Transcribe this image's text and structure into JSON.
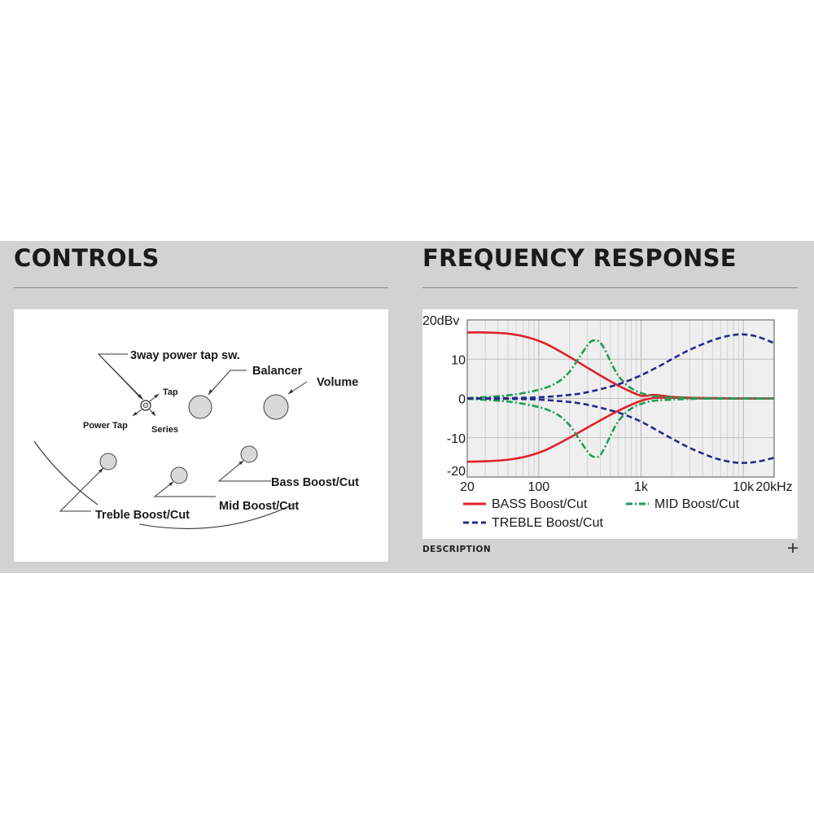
{
  "controls": {
    "title": "CONTROLS",
    "labels": {
      "switch": "3way power tap sw.",
      "balancer": "Balancer",
      "volume": "Volume",
      "tap": "Tap",
      "power_tap": "Power Tap",
      "series": "Series",
      "bass": "Bass Boost/Cut",
      "mid": "Mid Boost/Cut",
      "treble": "Treble Boost/Cut"
    }
  },
  "frequency": {
    "title": "FREQUENCY RESPONSE",
    "description_label": "DESCRIPTION",
    "expand_symbol": "+"
  },
  "chart_data": {
    "type": "line",
    "x_scale": "log",
    "xlim": [
      20,
      20000
    ],
    "ylim": [
      -20,
      20
    ],
    "x_ticks": [
      {
        "value": 20,
        "label": "20"
      },
      {
        "value": 100,
        "label": "100"
      },
      {
        "value": 1000,
        "label": "1k"
      },
      {
        "value": 10000,
        "label": "10k"
      },
      {
        "value": 20000,
        "label": "20kHz"
      }
    ],
    "y_ticks": [
      {
        "value": 20,
        "label": "20dBv"
      },
      {
        "value": 10,
        "label": "10"
      },
      {
        "value": 0,
        "label": "0"
      },
      {
        "value": -10,
        "label": "-10"
      },
      {
        "value": -20,
        "label": "-20"
      }
    ],
    "grid": true,
    "legend": [
      "BASS Boost/Cut",
      "MID Boost/Cut",
      "TREBLE Boost/Cut"
    ],
    "colors": {
      "bass": "#e0202a",
      "mid": "#1e9e55",
      "treble": "#232a8c",
      "plot_bg": "#efefef",
      "grid": "#d2d2d2"
    },
    "series": [
      {
        "name": "BASS Boost/Cut",
        "color": "#e0202a",
        "dash": "solid",
        "x": [
          20,
          30,
          50,
          80,
          120,
          200,
          300,
          500,
          700,
          1000,
          1300,
          1500,
          2000,
          3000,
          5000,
          10000,
          20000
        ],
        "y": [
          16.8,
          16.8,
          16.5,
          15.5,
          13.8,
          10.6,
          7.8,
          4.4,
          2.4,
          0.7,
          0.9,
          0.8,
          0.4,
          0.2,
          0.1,
          0,
          0
        ]
      },
      {
        "name": "BASS Boost/Cut",
        "color": "#e0202a",
        "dash": "solid",
        "x": [
          20,
          30,
          50,
          80,
          120,
          200,
          300,
          500,
          700,
          1000,
          1300,
          1500,
          2000,
          3000,
          5000,
          10000,
          20000
        ],
        "y": [
          -16.1,
          -16.0,
          -15.6,
          -14.6,
          -13.0,
          -10.0,
          -7.4,
          -4.2,
          -2.3,
          -0.6,
          0.1,
          0.2,
          0.2,
          0.1,
          0,
          0,
          0
        ]
      },
      {
        "name": "MID Boost/Cut",
        "color": "#1e9e55",
        "dash": "dashdot",
        "x": [
          20,
          50,
          100,
          150,
          200,
          260,
          320,
          370,
          400,
          440,
          500,
          600,
          800,
          1200,
          2000,
          5000,
          20000
        ],
        "y": [
          0.1,
          0.8,
          2.2,
          4.0,
          6.8,
          11.2,
          14.4,
          14.7,
          14.2,
          12.6,
          9.6,
          5.8,
          2.6,
          0.8,
          0.3,
          0,
          0
        ]
      },
      {
        "name": "MID Boost/Cut",
        "color": "#1e9e55",
        "dash": "dashdot",
        "x": [
          20,
          50,
          100,
          150,
          200,
          260,
          320,
          370,
          400,
          440,
          500,
          600,
          800,
          1200,
          2000,
          5000,
          20000
        ],
        "y": [
          -0.1,
          -0.8,
          -2.2,
          -4.0,
          -6.8,
          -11.2,
          -14.4,
          -14.9,
          -14.4,
          -12.6,
          -9.6,
          -5.8,
          -2.6,
          -0.8,
          -0.3,
          0,
          0
        ]
      },
      {
        "name": "TREBLE Boost/Cut",
        "color": "#232a8c",
        "dash": "dashed",
        "x": [
          20,
          50,
          100,
          200,
          300,
          500,
          700,
          1000,
          1500,
          2000,
          3000,
          5000,
          7000,
          9000,
          10000,
          12000,
          15000,
          20000
        ],
        "y": [
          0,
          0.1,
          0.3,
          0.9,
          1.6,
          3.0,
          4.2,
          5.9,
          8.2,
          10.0,
          12.4,
          14.8,
          15.9,
          16.3,
          16.3,
          16.1,
          15.4,
          14.1
        ]
      },
      {
        "name": "TREBLE Boost/Cut",
        "color": "#232a8c",
        "dash": "dashed",
        "x": [
          20,
          50,
          100,
          200,
          300,
          500,
          700,
          1000,
          1500,
          2000,
          3000,
          5000,
          7000,
          9000,
          10000,
          12000,
          15000,
          20000
        ],
        "y": [
          0,
          -0.1,
          -0.3,
          -0.9,
          -1.6,
          -3.0,
          -4.2,
          -5.9,
          -8.4,
          -10.2,
          -12.6,
          -15.0,
          -16.0,
          -16.4,
          -16.4,
          -16.3,
          -15.9,
          -15.1
        ]
      }
    ]
  }
}
